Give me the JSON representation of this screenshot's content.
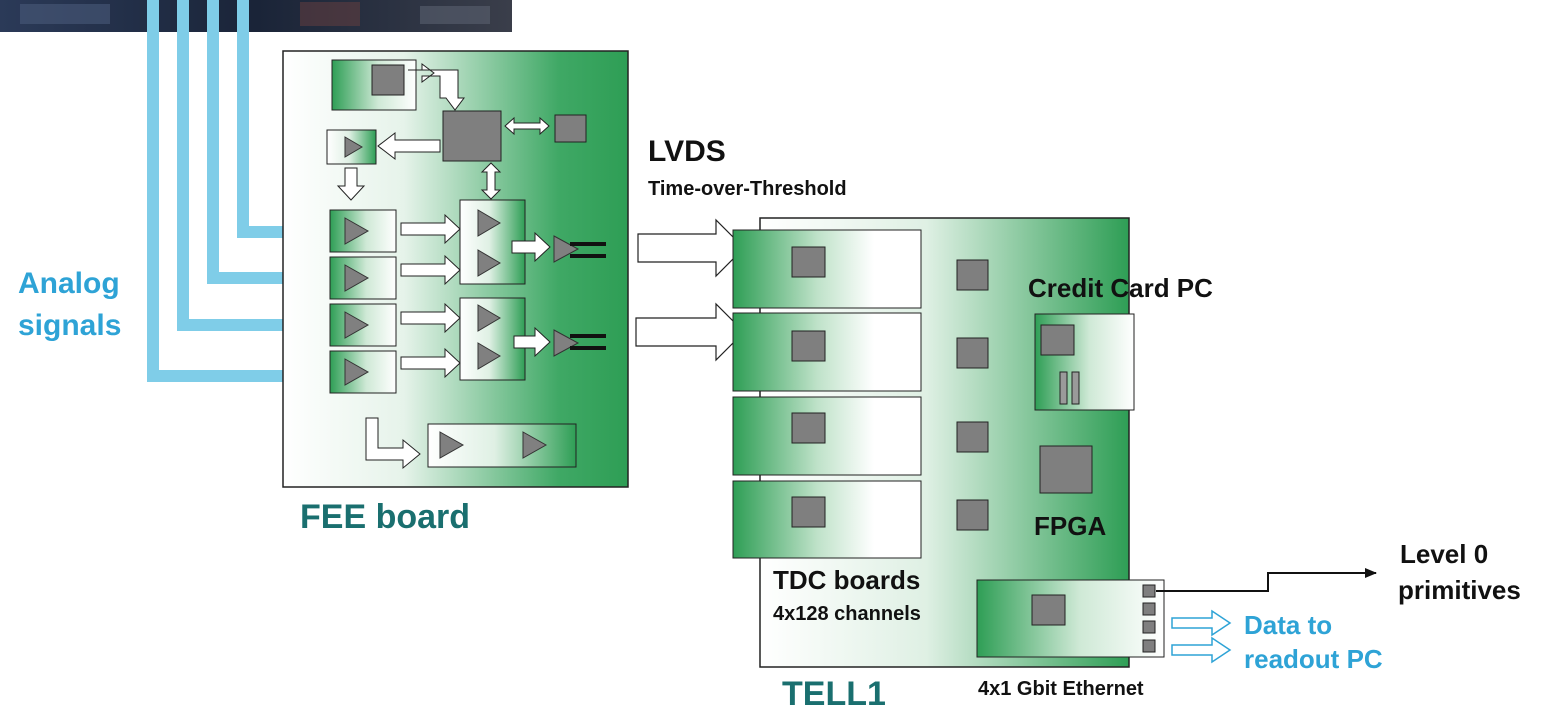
{
  "labels": {
    "analog_signals": [
      "Analog",
      "signals"
    ],
    "fee_board": "FEE board",
    "lvds": "LVDS",
    "tot": "Time-over-Threshold",
    "credit_card_pc": "Credit Card PC",
    "fpga": "FPGA",
    "tdc_boards": "TDC boards",
    "channels": "4x128 channels",
    "tell1": "TELL1",
    "ethernet": "4x1 Gbit Ethernet",
    "level0": [
      "Level 0",
      "primitives"
    ],
    "data_readout": [
      "Data to",
      "readout PC"
    ]
  },
  "colors": {
    "board_green": "#2e9e55",
    "chip_gray": "#7f7f7f",
    "signal_cyan": "#7fcde8",
    "teal_text": "#1a6f6f",
    "cyan_text": "#2ea3d6"
  }
}
